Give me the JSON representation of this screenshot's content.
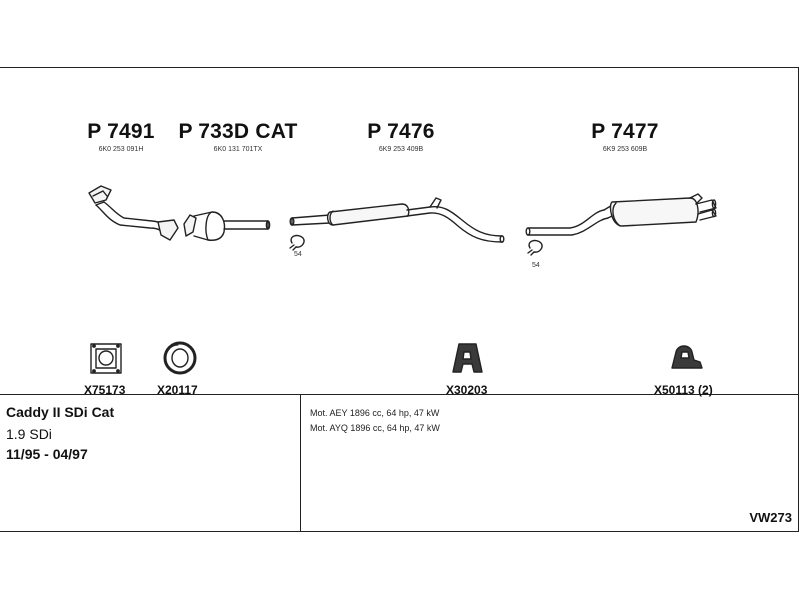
{
  "parts": [
    {
      "number": "P 7491",
      "oe": "6K0 253 091H"
    },
    {
      "number": "P 733D CAT",
      "oe": "6K0 131 701TX"
    },
    {
      "number": "P 7476",
      "oe": "6K9 253 409B"
    },
    {
      "number": "P 7477",
      "oe": "6K9 253 609B"
    }
  ],
  "clamps": [
    {
      "label": "54"
    },
    {
      "label": "54"
    }
  ],
  "accessories": [
    {
      "label": "X75173"
    },
    {
      "label": "X20117"
    },
    {
      "label": "X30203"
    },
    {
      "label": "X50113 (2)"
    }
  ],
  "vehicle": {
    "name": "Caddy II SDi Cat",
    "engine": "1.9 SDi",
    "years": "11/95 - 04/97"
  },
  "motors": [
    "Mot. AEY 1896 cc, 64 hp, 47 kW",
    "Mot. AYQ 1896 cc, 64 hp, 47 kW"
  ],
  "diagram_code": "VW273"
}
